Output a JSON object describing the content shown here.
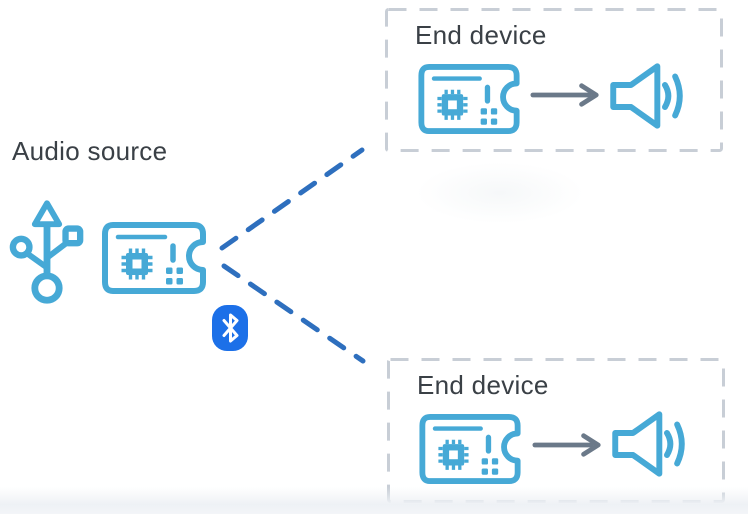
{
  "colors": {
    "icon_blue": "#46a9d6",
    "dash_blue": "#2e6fbe",
    "bt_blue": "#1c70e8",
    "arrow_gray": "#6b7989",
    "box_dash": "#c8ced6",
    "text_color": "#3a4046",
    "page_bg": "#ffffff"
  },
  "audio_source": {
    "label": "Audio source",
    "icons": [
      "usb-icon",
      "dev-board-icon"
    ]
  },
  "bluetooth": {
    "icon": "bluetooth-icon"
  },
  "connections": {
    "style": "dashed",
    "count": 2
  },
  "end_devices": [
    {
      "label": "End device",
      "icons": [
        "dev-board-icon",
        "arrow-right-icon",
        "speaker-icon"
      ]
    },
    {
      "label": "End device",
      "icons": [
        "dev-board-icon",
        "arrow-right-icon",
        "speaker-icon"
      ]
    }
  ]
}
